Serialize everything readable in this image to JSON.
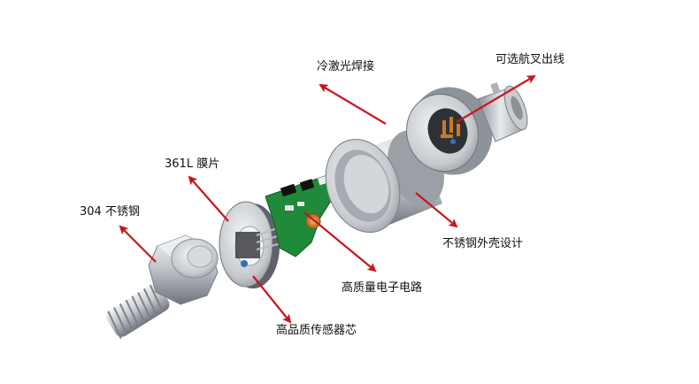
{
  "labels": {
    "stainless_304": "304 不锈钢",
    "diaphragm_361l": "361L 膜片",
    "laser_welding": "冷激光焊接",
    "optional_outlet": "可选航叉出线",
    "stainless_shell": "不锈钢外壳设计",
    "electronic_circuit": "高质量电子电路",
    "sensor_core": "高品质传感器芯"
  },
  "colors": {
    "arrow": "#c8161d",
    "metal_light": "#e4e6e9",
    "metal_mid": "#b4b8be",
    "metal_dark": "#767b82",
    "pcb_green": "#1f8a3a",
    "copper": "#c77a2a"
  }
}
